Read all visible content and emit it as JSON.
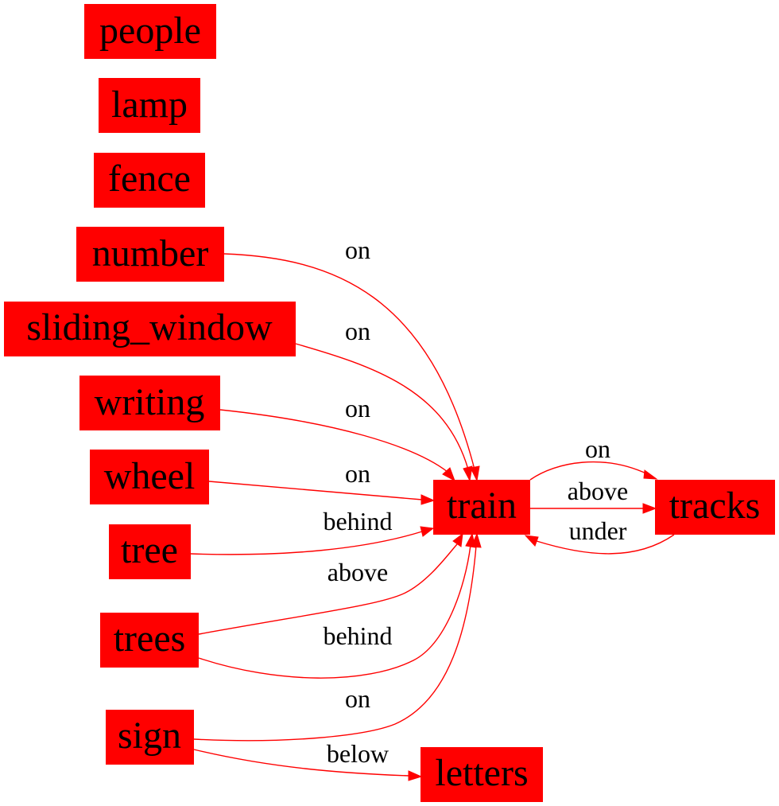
{
  "colors": {
    "node_fill": "#ff0000",
    "edge_stroke": "#ff0000",
    "text": "#000000",
    "background": "#ffffff"
  },
  "nodes": {
    "people": "people",
    "lamp": "lamp",
    "fence": "fence",
    "number": "number",
    "sliding_window": "sliding_window",
    "writing": "writing",
    "wheel": "wheel",
    "tree": "tree",
    "trees": "trees",
    "sign": "sign",
    "train": "train",
    "tracks": "tracks",
    "letters": "letters"
  },
  "edges": [
    {
      "from": "number",
      "to": "train",
      "label": "on"
    },
    {
      "from": "sliding_window",
      "to": "train",
      "label": "on"
    },
    {
      "from": "writing",
      "to": "train",
      "label": "on"
    },
    {
      "from": "wheel",
      "to": "train",
      "label": "on"
    },
    {
      "from": "tree",
      "to": "train",
      "label": "behind"
    },
    {
      "from": "trees",
      "to": "train",
      "label": "above"
    },
    {
      "from": "trees",
      "to": "train",
      "label": "behind"
    },
    {
      "from": "sign",
      "to": "train",
      "label": "on"
    },
    {
      "from": "sign",
      "to": "letters",
      "label": "below"
    },
    {
      "from": "train",
      "to": "tracks",
      "label": "on"
    },
    {
      "from": "train",
      "to": "tracks",
      "label": "above"
    },
    {
      "from": "tracks",
      "to": "train",
      "label": "under"
    }
  ]
}
